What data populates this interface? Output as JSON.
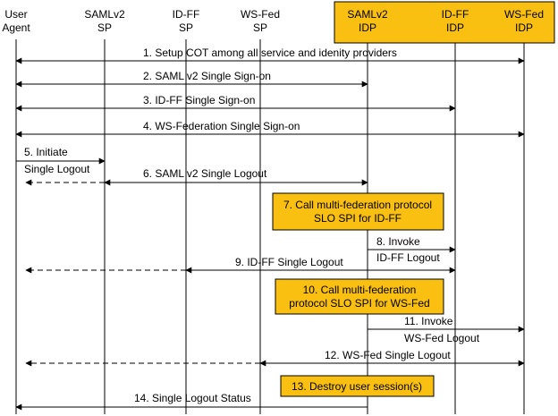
{
  "participants": [
    {
      "id": "ua",
      "lines": [
        "User",
        "Agent"
      ]
    },
    {
      "id": "saml_sp",
      "lines": [
        "SAMLv2",
        "SP"
      ]
    },
    {
      "id": "idff_sp",
      "lines": [
        "ID-FF",
        "SP"
      ]
    },
    {
      "id": "wsfed_sp",
      "lines": [
        "WS-Fed",
        "SP"
      ]
    },
    {
      "id": "saml_idp",
      "lines": [
        "SAMLv2",
        "IDP"
      ]
    },
    {
      "id": "idff_idp",
      "lines": [
        "ID-FF",
        "IDP"
      ]
    },
    {
      "id": "wsfed_idp",
      "lines": [
        "WS-Fed",
        "IDP"
      ]
    }
  ],
  "messages": [
    {
      "text": "1. Setup COT among all service and idenity providers"
    },
    {
      "text": "2. SAML v2 Single Sign-on"
    },
    {
      "text": "3. ID-FF Single Sign-on"
    },
    {
      "text": "4. WS-Federation Single Sign-on"
    },
    {
      "lines": [
        "5. Initiate",
        "Single Logout"
      ]
    },
    {
      "text": "6. SAML v2 Single Logout"
    },
    {
      "lines": [
        "8. Invoke",
        "ID-FF Logout"
      ]
    },
    {
      "text": "9. ID-FF Single Logout"
    },
    {
      "lines": [
        "11. Invoke",
        "WS-Fed  Logout"
      ]
    },
    {
      "text": "12. WS-Fed Single Logout"
    },
    {
      "text": "14. Single Logout Status"
    }
  ],
  "notes": [
    {
      "lines": [
        "7. Call multi-federation protocol",
        "SLO SPI for ID-FF"
      ]
    },
    {
      "lines": [
        "10. Call multi-federation",
        "protocol SLO SPI for WS-Fed"
      ]
    },
    {
      "lines": [
        "13. Destroy user session(s)"
      ]
    }
  ],
  "colors": {
    "idp_highlight": "#f9c012",
    "note_fill": "#f9c012",
    "line": "#000000"
  }
}
